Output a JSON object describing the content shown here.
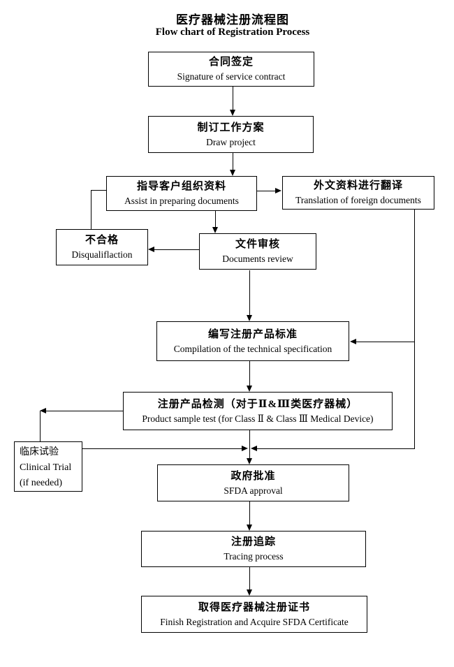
{
  "page": {
    "background_color": "#ffffff",
    "line_color": "#000000",
    "text_color": "#000000"
  },
  "title": {
    "zh": "医疗器械注册流程图",
    "en": "Flow chart of Registration Process"
  },
  "nodes": {
    "contract": {
      "zh": "合同签定",
      "en": "Signature of service contract"
    },
    "plan": {
      "zh": "制订工作方案",
      "en": "Draw project"
    },
    "assist": {
      "zh": "指导客户组织资料",
      "en": "Assist in preparing documents"
    },
    "translate": {
      "zh": "外文资料进行翻译",
      "en": "Translation of foreign documents"
    },
    "disqualified": {
      "zh": "不合格",
      "en": "Disqualiflaction"
    },
    "review": {
      "zh": "文件审核",
      "en": "Documents review"
    },
    "spec": {
      "zh": "编写注册产品标准",
      "en": "Compilation of the technical specification"
    },
    "test": {
      "zh": "注册产品检测（对于Ⅱ&Ⅲ类医疗器械）",
      "en": "Product sample test (for Class Ⅱ & Class Ⅲ Medical Device)"
    },
    "clinical": {
      "zh": "临床试验",
      "en": "Clinical Trial",
      "note": "(if needed)"
    },
    "approval": {
      "zh": "政府批准",
      "en": "SFDA approval"
    },
    "tracing": {
      "zh": "注册追踪",
      "en": "Tracing process"
    },
    "certificate": {
      "zh": "取得医疗器械注册证书",
      "en": "Finish Registration and Acquire SFDA Certificate"
    }
  },
  "edges": [
    {
      "from": "contract",
      "to": "plan"
    },
    {
      "from": "plan",
      "to": "assist"
    },
    {
      "from": "assist",
      "to": "translate"
    },
    {
      "from": "assist",
      "to": "disqualified"
    },
    {
      "from": "assist",
      "to": "review"
    },
    {
      "from": "review",
      "to": "disqualified"
    },
    {
      "from": "review",
      "to": "spec"
    },
    {
      "from": "translate",
      "to": "spec"
    },
    {
      "from": "translate",
      "to": "approval"
    },
    {
      "from": "spec",
      "to": "test"
    },
    {
      "from": "test",
      "to": "clinical"
    },
    {
      "from": "clinical",
      "to": "approval"
    },
    {
      "from": "test",
      "to": "approval"
    },
    {
      "from": "approval",
      "to": "tracing"
    },
    {
      "from": "tracing",
      "to": "certificate"
    }
  ]
}
